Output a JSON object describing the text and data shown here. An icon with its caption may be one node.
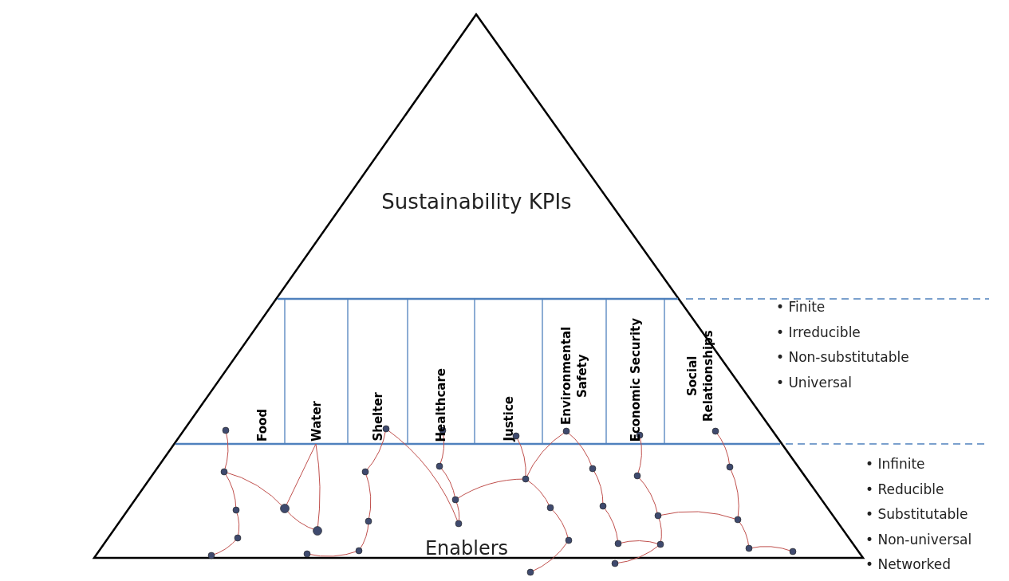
{
  "diagram": {
    "nodes": [
      {
        "text": [
          "Sustainability KPIs"
        ]
      },
      {
        "text": [
          "Food"
        ]
      },
      {
        "text": [
          "Water"
        ]
      },
      {
        "text": [
          "Shelter"
        ]
      },
      {
        "text": [
          "Healthcare"
        ]
      },
      {
        "text": [
          "Justice"
        ]
      },
      {
        "text": [
          "Environmental Safety"
        ]
      },
      {
        "text": [
          "Economic Security"
        ]
      },
      {
        "text": [
          "Social Relationships"
        ]
      },
      {
        "text": [
          "Enablers"
        ]
      }
    ],
    "labels": [
      "• Finite",
      "• Irreducible",
      "• Non-substitutable",
      "• Universal",
      "• Infinite",
      "• Reducible",
      "• Substitutable",
      "• Non-universal",
      "• Networked"
    ]
  }
}
